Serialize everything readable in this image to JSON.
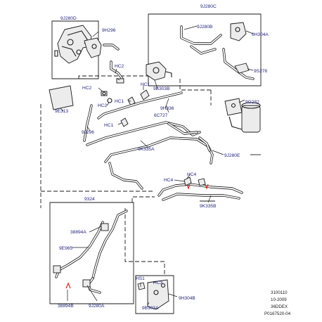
{
  "callouts": {
    "c9J280D": "9J280D",
    "c9H296": "9H296",
    "cHC2_a": "HC2",
    "cHC2_b": "HC2",
    "cHC2_c": "HC2",
    "c9B303B": "9B303B",
    "cHC1_a": "HC1",
    "cHC1_b": "HC1",
    "cHC1_c": "HC1",
    "c9E313": "9E313",
    "c6C727": "6C727",
    "c9H336": "9H336",
    "c9J296": "9J296",
    "c9K335A": "9K335A",
    "c9J280C": "9J280C",
    "c9J280B": "9J280B",
    "c9H304A": "9H304A",
    "c9S278": "9S278",
    "c9G282": "9G282",
    "c9J280E": "9J280E",
    "cHC4_a": "HC4",
    "cHC4_b": "HC4",
    "c9K335B": "9K335B",
    "c9324": "9324",
    "c38894A": "38894A",
    "c9E965": "9E965",
    "c38894B": "38894B",
    "c9J280A": "9J280A",
    "cHS1": "HS1",
    "cHC3": "HC3",
    "c9H304B": "9H304B",
    "c9B303A": "9B303A"
  },
  "footer": {
    "line1": "3100110",
    "line2": "10-2009",
    "line3": "36DDEX",
    "line4": "P0167520-04"
  },
  "colors": {
    "callout_text": "#1d1f7a",
    "line": "#1a1a1a",
    "highlight": "#d9261c"
  }
}
